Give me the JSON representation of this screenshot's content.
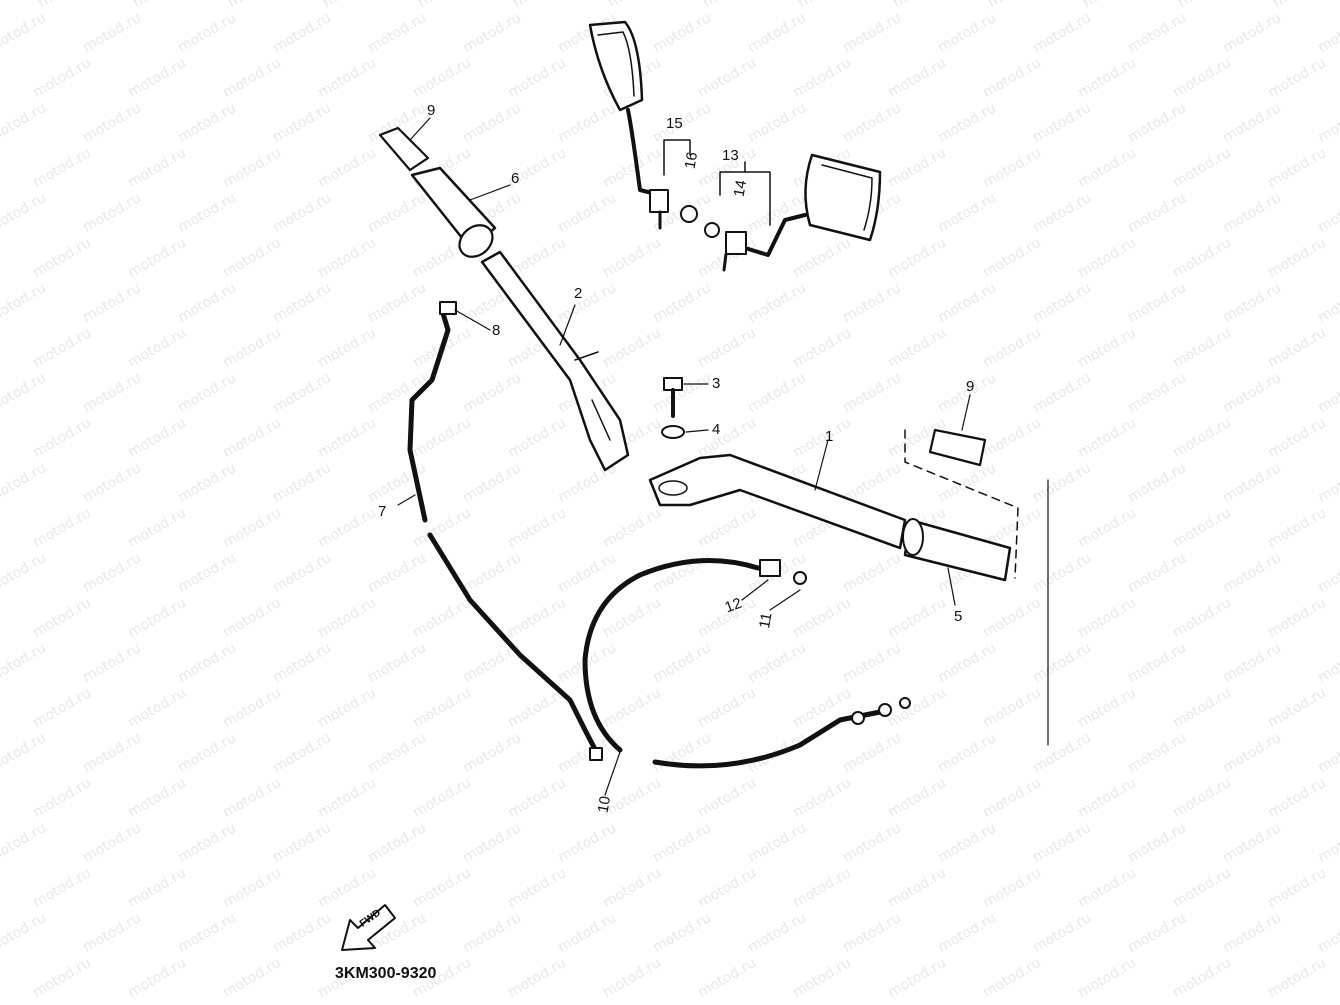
{
  "watermark": {
    "text": "motod.ru"
  },
  "callouts": {
    "c1": "1",
    "c2": "2",
    "c3": "3",
    "c4": "4",
    "c5": "5",
    "c6": "6",
    "c7": "7",
    "c8": "8",
    "c9a": "9",
    "c9b": "9",
    "c10": "10",
    "c11": "11",
    "c12": "12",
    "c13": "13",
    "c14": "14",
    "c15": "15",
    "c16": "16"
  },
  "fwd_arrow": {
    "label": "FWD"
  },
  "diagram_code": "3KM300-9320"
}
